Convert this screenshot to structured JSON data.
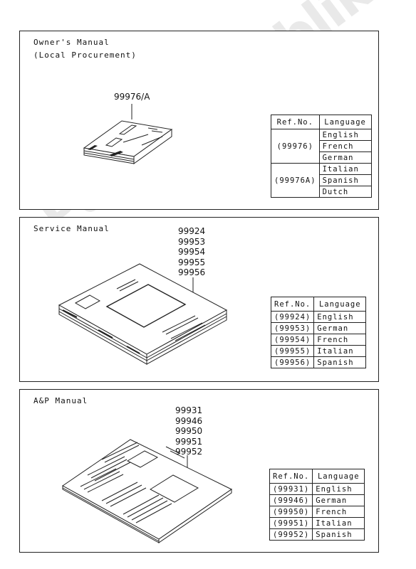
{
  "watermark": "PartsRepublik",
  "panels": [
    {
      "title_lines": [
        "Owner's Manual",
        "(Local Procurement)"
      ],
      "part_numbers": [
        "99976/A"
      ],
      "table": {
        "headers": [
          "Ref.No.",
          "Language"
        ],
        "groups": [
          {
            "ref": "(99976)",
            "languages": [
              "English",
              "French",
              "German"
            ]
          },
          {
            "ref": "(99976A)",
            "languages": [
              "Italian",
              "Spanish",
              "Dutch"
            ]
          }
        ]
      }
    },
    {
      "title_lines": [
        "Service Manual"
      ],
      "part_numbers": [
        "99924",
        "99953",
        "99954",
        "99955",
        "99956"
      ],
      "table": {
        "headers": [
          "Ref.No.",
          "Language"
        ],
        "rows": [
          {
            "ref": "(99924)",
            "language": "English"
          },
          {
            "ref": "(99953)",
            "language": "German"
          },
          {
            "ref": "(99954)",
            "language": "French"
          },
          {
            "ref": "(99955)",
            "language": "Italian"
          },
          {
            "ref": "(99956)",
            "language": "Spanish"
          }
        ]
      }
    },
    {
      "title_lines": [
        "A&P Manual"
      ],
      "part_numbers": [
        "99931",
        "99946",
        "99950",
        "99951",
        "99952"
      ],
      "table": {
        "headers": [
          "Ref.No.",
          "Language"
        ],
        "rows": [
          {
            "ref": "(99931)",
            "language": "English"
          },
          {
            "ref": "(99946)",
            "language": "German"
          },
          {
            "ref": "(99950)",
            "language": "French"
          },
          {
            "ref": "(99951)",
            "language": "Italian"
          },
          {
            "ref": "(99952)",
            "language": "Spanish"
          }
        ]
      }
    }
  ]
}
